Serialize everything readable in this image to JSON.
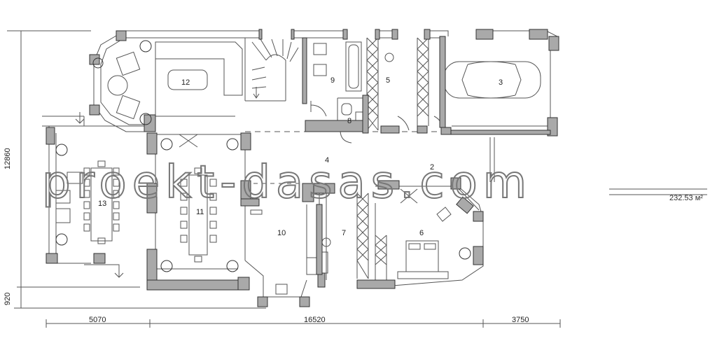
{
  "rooms": [
    "12",
    "9",
    "5",
    "3",
    "8",
    "4",
    "2",
    "13",
    "11",
    "10",
    "7",
    "6"
  ],
  "dimensions": {
    "overall_height": "12860",
    "porch_depth": "920",
    "bottom_left": "5070",
    "bottom_middle": "16520",
    "bottom_right": "3750"
  },
  "area": "232.53 м²",
  "watermark": "proekt-dasas.com"
}
